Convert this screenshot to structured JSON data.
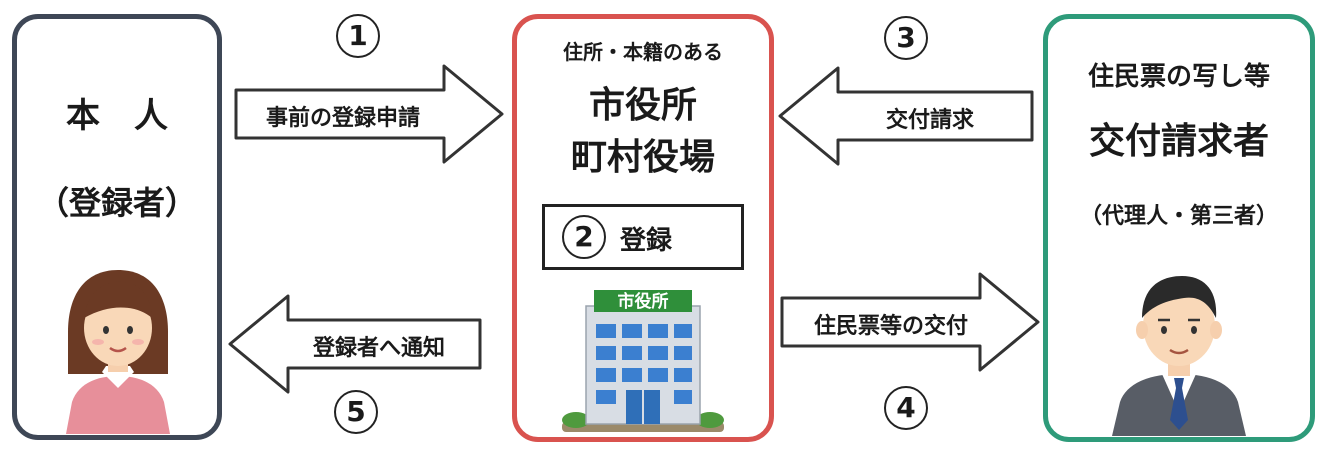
{
  "person": {
    "title": "本　人",
    "subtitle": "（登録者）"
  },
  "office": {
    "caption": "住所・本籍のある",
    "line1": "市役所",
    "line2": "町村役場",
    "register_label": "登録",
    "building_sign": "市役所"
  },
  "requester": {
    "caption": "住民票の写し等",
    "title": "交付請求者",
    "subtitle": "（代理人・第三者）"
  },
  "steps": [
    {
      "num": "1",
      "label": "事前の登録申請"
    },
    {
      "num": "2",
      "label": "登録"
    },
    {
      "num": "3",
      "label": "交付請求"
    },
    {
      "num": "4",
      "label": "住民票等の交付"
    },
    {
      "num": "5",
      "label": "登録者へ通知"
    }
  ],
  "colors": {
    "person_border": "#3e4756",
    "office_border": "#d9534f",
    "requester_border": "#2e9b7a"
  }
}
